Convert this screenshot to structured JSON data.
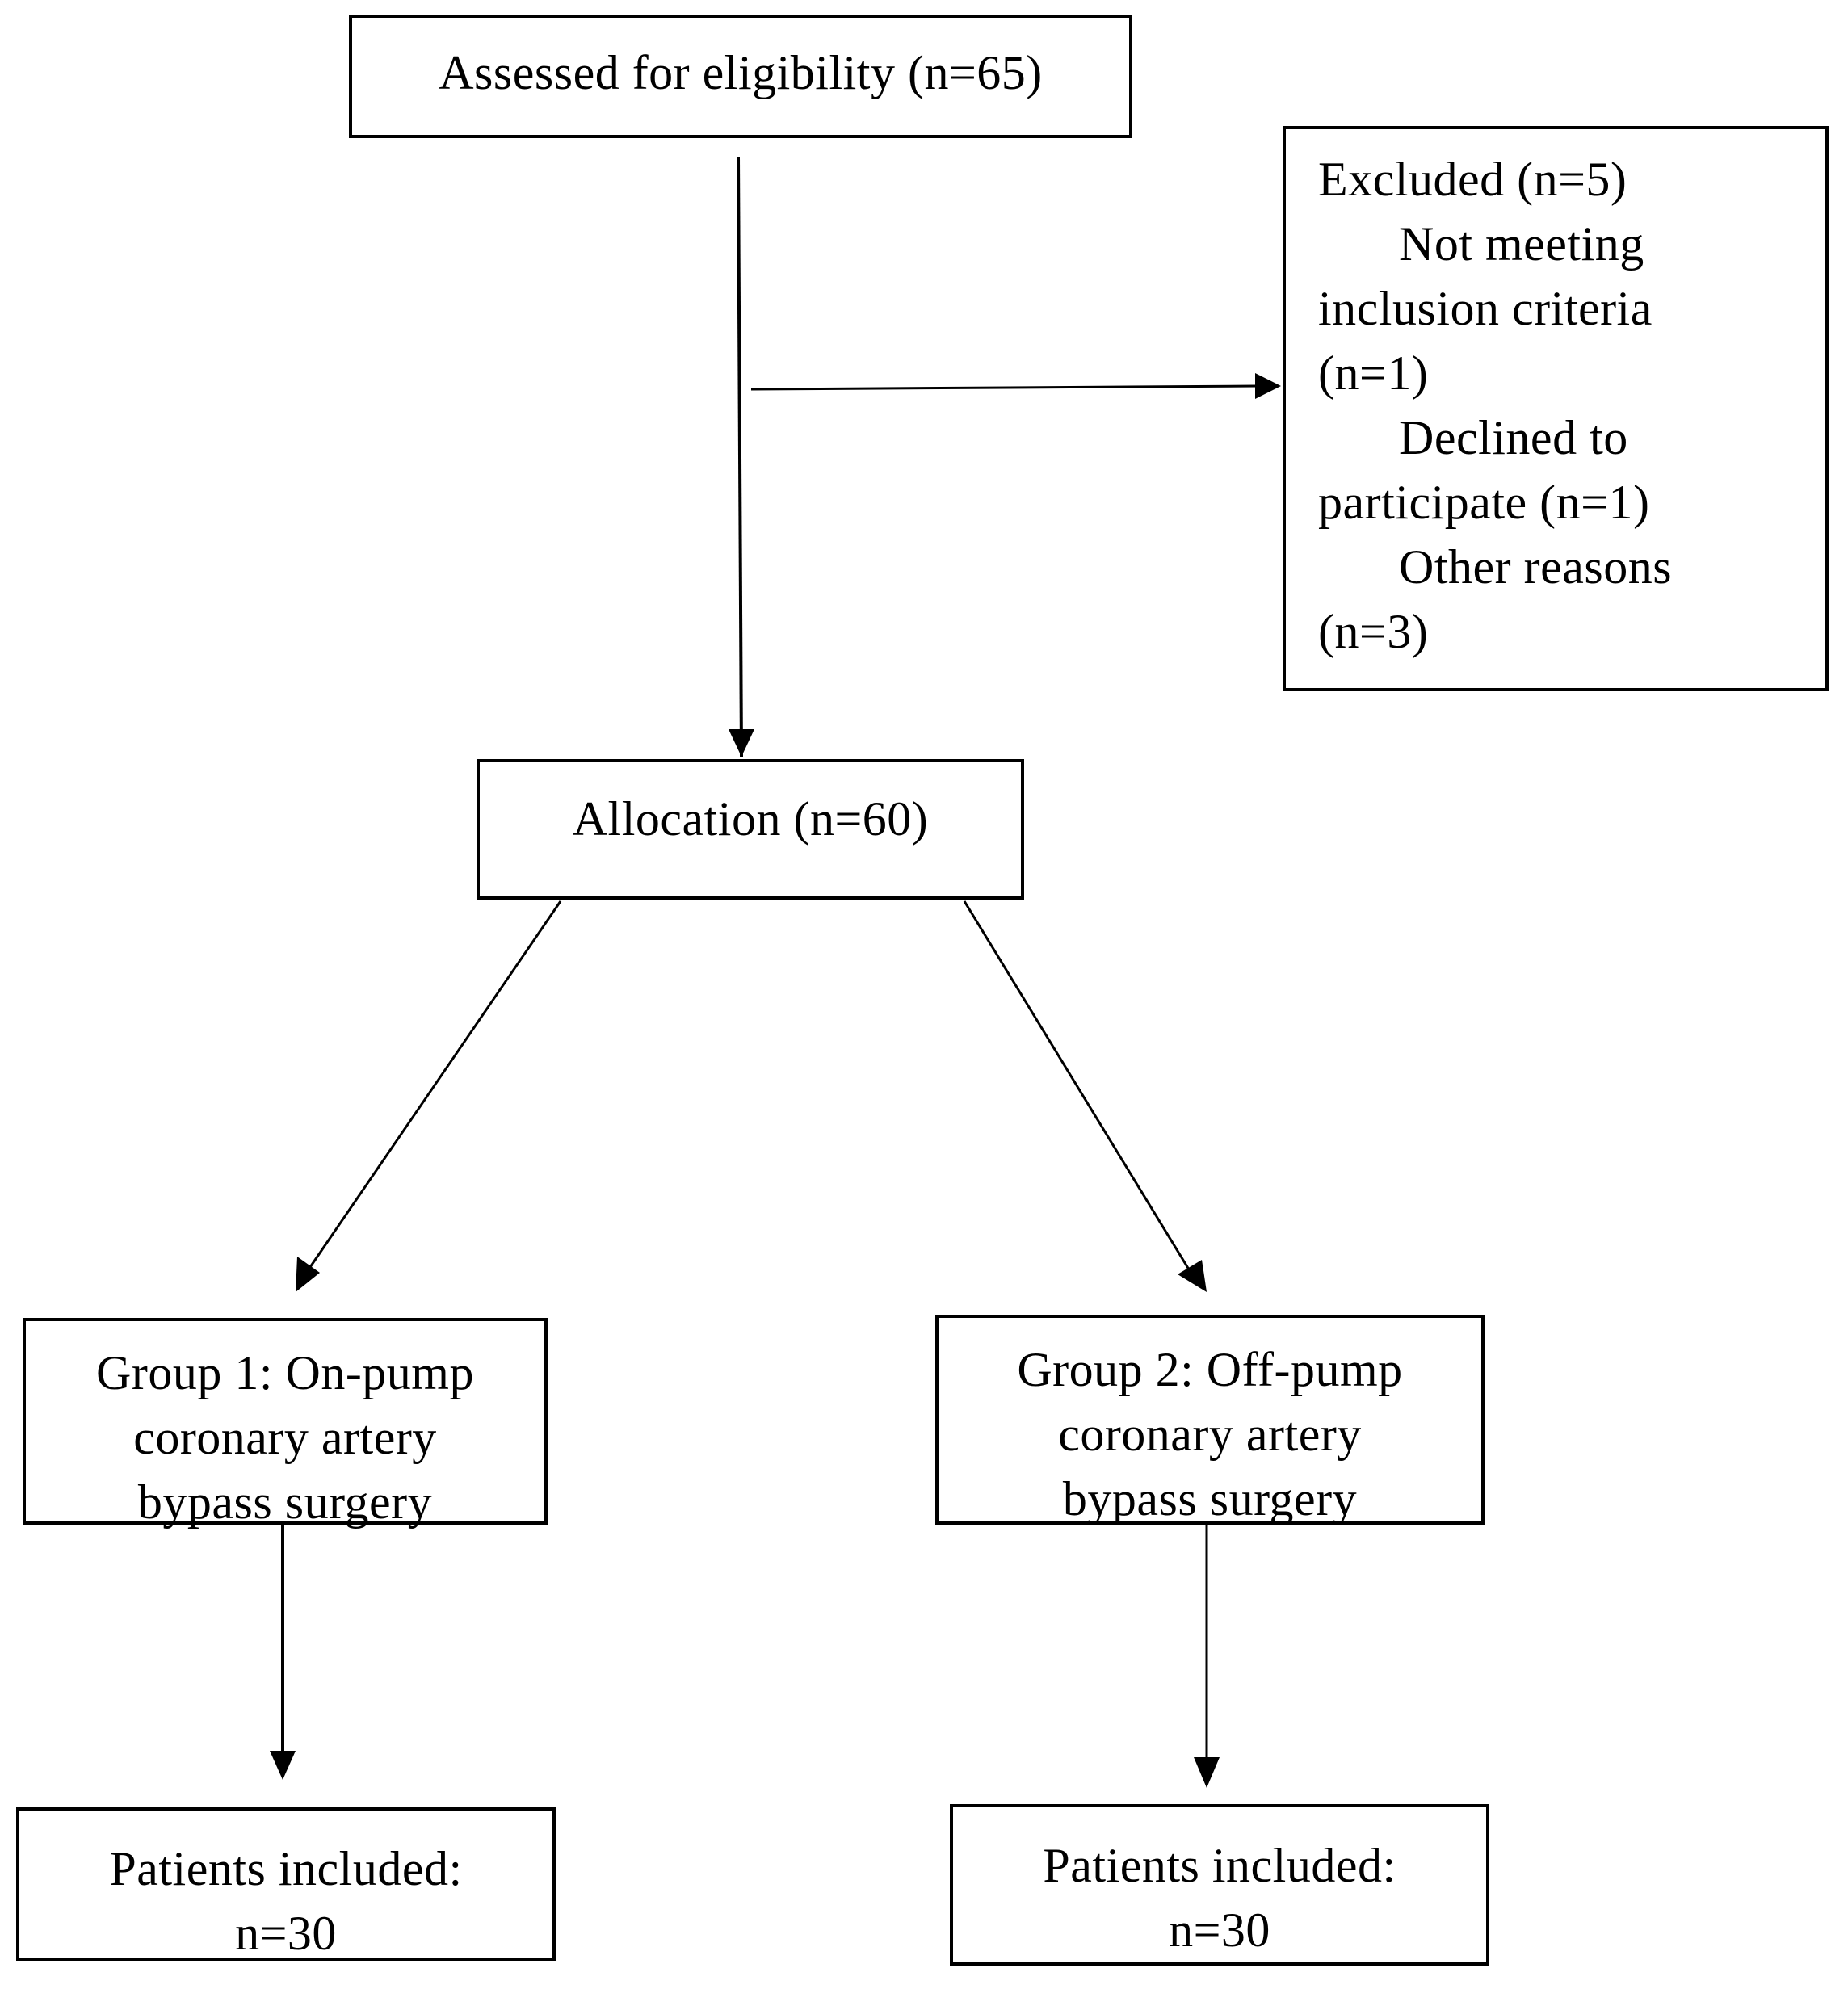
{
  "flowchart": {
    "assessed": {
      "label": "Assessed for eligibility  (n=65)"
    },
    "excluded": {
      "title": "Excluded    (n=5)",
      "reason1_line1": "Not meeting",
      "reason1_line2": "inclusion  criteria",
      "reason1_line3": "(n=1)",
      "reason2_line1": "Declined   to",
      "reason2_line2": "participate  (n=1)",
      "reason3_line1": "Other  reasons",
      "reason3_line2": "(n=3)"
    },
    "allocation": {
      "label": "Allocation  (n=60)"
    },
    "group1": {
      "line1": "Group  1: On-pump",
      "line2": "coronary  artery",
      "line3": "bypass surgery"
    },
    "group2": {
      "line1": "Group  2: Off-pump",
      "line2": "coronary  artery",
      "line3": "bypass surgery"
    },
    "patients1": {
      "line1": "Patients   included:",
      "line2": "n=30"
    },
    "patients2": {
      "line1": "Patients   included:",
      "line2": "n=30"
    }
  }
}
